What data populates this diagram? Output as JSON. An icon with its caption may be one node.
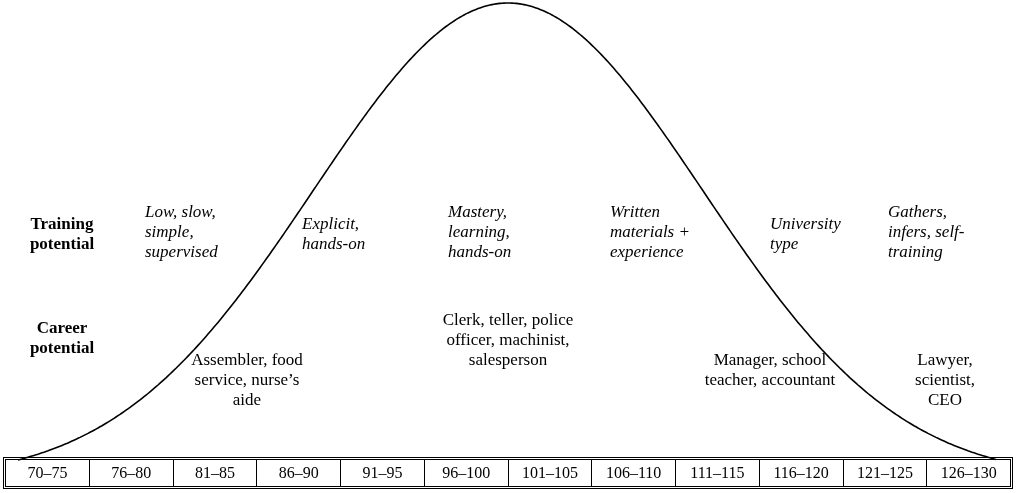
{
  "diagram": {
    "labels": [
      "Training potential",
      "Low, slow, simple, supervised",
      "Explicit, hands-on",
      "Mastery, learning, hands-on",
      "Written materials + experience",
      "University type",
      "Gathers, infers, self-training",
      "Career potential",
      "Assembler, food service, nurse’s aide",
      "Clerk, teller, police officer, machinist, salesperson",
      "Manager, school teacher, accountant",
      "Lawyer, scientist, CEO",
      "70–75",
      "76–80",
      "81–85",
      "86–90",
      "91–95",
      "96–100",
      "101–105",
      "106–110",
      "111–115",
      "116–120",
      "121–125",
      "126–130"
    ]
  }
}
